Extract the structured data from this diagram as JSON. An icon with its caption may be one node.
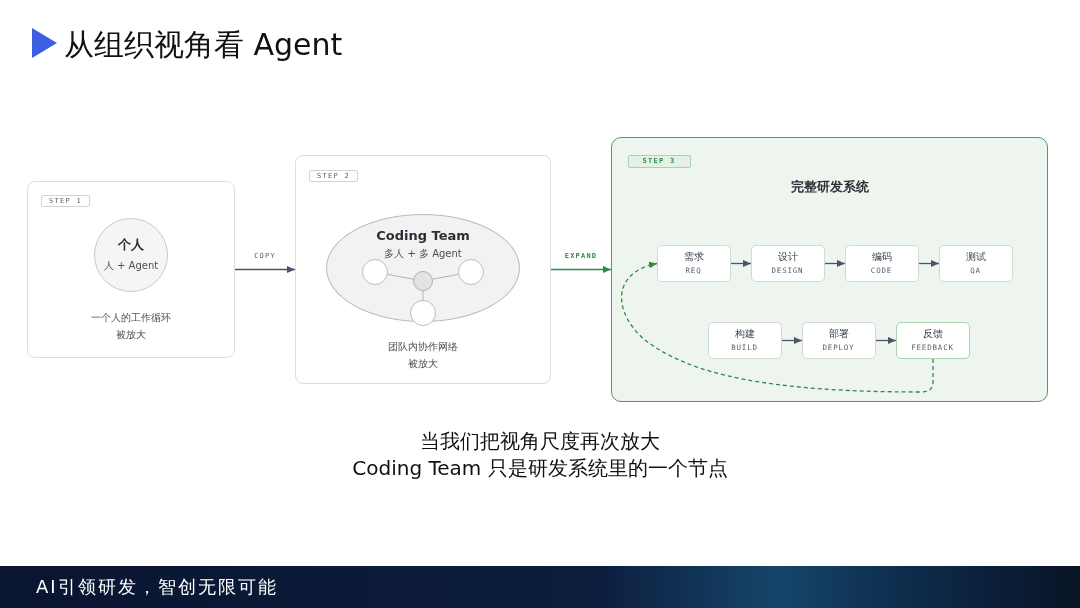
{
  "diagram": {
    "title": "从组织视角看 Agent",
    "nodes": [
      {
        "text": [
          "一个人的工作循环被放大"
        ]
      },
      {
        "text": [
          "STEP 1"
        ],
        "in": 0
      },
      {
        "text": [
          "个人",
          "人 + Agent"
        ],
        "in": 0
      },
      {
        "text": [
          "团队内协作网络被放大"
        ]
      },
      {
        "text": [
          "STEP 2"
        ],
        "in": 3
      },
      {
        "text": [
          "Coding Team",
          "多人 + 多 Agent"
        ],
        "in": 3
      },
      {
        "text": [],
        "shape": "circle",
        "in": 5
      },
      {
        "text": [],
        "shape": "circle",
        "in": 5
      },
      {
        "text": [],
        "shape": "circle",
        "in": 5
      },
      {
        "text": [],
        "shape": "circle",
        "in": 3
      },
      {
        "text": [
          "完整研发系统"
        ]
      },
      {
        "text": [
          "STEP 3"
        ],
        "in": 10
      },
      {
        "text": [
          "需求",
          "REQ"
        ],
        "in": 10
      },
      {
        "text": [
          "设计",
          "DESIGN"
        ],
        "in": 10
      },
      {
        "text": [
          "编码",
          "CODE"
        ],
        "in": 10
      },
      {
        "text": [
          "测试",
          "QA"
        ],
        "in": 10
      },
      {
        "text": [
          "构建",
          "BUILD"
        ],
        "in": 10
      },
      {
        "text": [
          "部署",
          "DEPLOY"
        ],
        "in": 10
      },
      {
        "text": [
          "反馈",
          "FEEDBACK"
        ],
        "in": 10
      }
    ],
    "edges": [
      {
        "from": 0,
        "to": 3,
        "arrow": "to",
        "label": "COPY"
      },
      {
        "from": 3,
        "to": 10,
        "arrow": "to",
        "label": "EXPAND",
        "color": "#2e8b47"
      },
      {
        "from": 7,
        "to": 6,
        "arrow": "none",
        "color": "#b3b3b3"
      },
      {
        "from": 7,
        "to": 8,
        "arrow": "none",
        "color": "#b3b3b3"
      },
      {
        "from": 7,
        "to": 9,
        "arrow": "none",
        "color": "#b3b3b3"
      },
      {
        "from": 12,
        "to": 13,
        "arrow": "to"
      },
      {
        "from": 13,
        "to": 14,
        "arrow": "to"
      },
      {
        "from": 14,
        "to": 15,
        "arrow": "to"
      },
      {
        "from": 16,
        "to": 17,
        "arrow": "to"
      },
      {
        "from": 17,
        "to": 18,
        "arrow": "to"
      },
      {
        "from": 18,
        "to": 12,
        "arrow": "to",
        "style": "dashed",
        "color": "#2e8b47"
      }
    ],
    "labels": [
      "当我们把视角尺度再次放大",
      "Coding Team 只是研发系统里的一个节点",
      "AI引领研发，智创无限可能"
    ]
  }
}
